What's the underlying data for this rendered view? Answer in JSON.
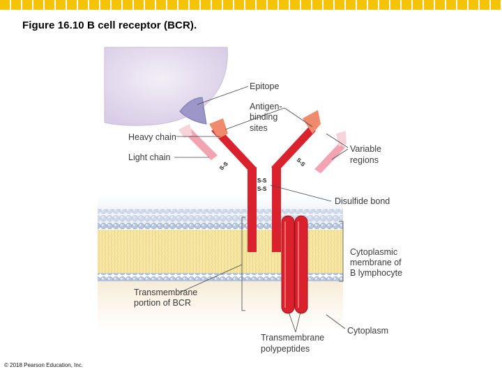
{
  "header": {
    "title": "Figure 16.10  B cell receptor (BCR).",
    "copyright": "© 2018 Pearson Education, Inc."
  },
  "labels": {
    "epitope": "Epitope",
    "antigen_binding_1": "Antigen-",
    "antigen_binding_2": "binding",
    "antigen_binding_3": "sites",
    "heavy_chain": "Heavy chain",
    "light_chain": "Light chain",
    "variable_1": "Variable",
    "variable_2": "regions",
    "disulfide": "Disulfide bond",
    "membrane_1": "Cytoplasmic",
    "membrane_2": "membrane of",
    "membrane_3": "B lymphocyte",
    "tm_portion_1": "Transmembrane",
    "tm_portion_2": "portion of BCR",
    "cytoplasm": "Cytoplasm",
    "tm_poly_1": "Transmembrane",
    "tm_poly_2": "polypeptides",
    "ss": "S-S"
  },
  "colors": {
    "accent_bar": "#f4c400",
    "heavy_chain": "#d9222e",
    "light_chain": "#f2a4b3",
    "variable_heavy": "#f08a6c",
    "antigen": "#ddd3e8",
    "epitope": "#9d97c9",
    "membrane_core": "#f6e7a6",
    "lipid_head": "#b9c7de",
    "cytoplasm": "#f5e8d2"
  }
}
